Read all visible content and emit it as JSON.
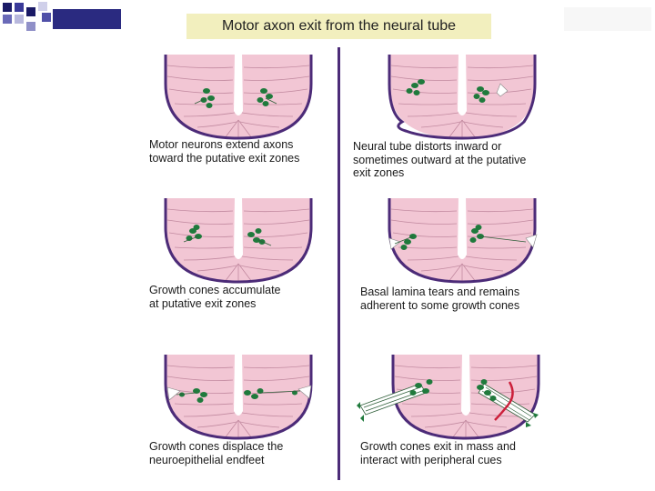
{
  "title": "Motor axon exit from the neural tube",
  "panels": [
    {
      "caption_lines": [
        "Motor neurons extend axons",
        "toward the putative exit zones"
      ]
    },
    {
      "caption_lines": [
        "Neural tube distorts inward or",
        "sometimes outward at the putative",
        "exit zones"
      ]
    },
    {
      "caption_lines": [
        "Growth cones accumulate",
        "at putative exit zones"
      ]
    },
    {
      "caption_lines": [
        "Basal lamina tears and remains",
        "adherent to some growth cones"
      ]
    },
    {
      "caption_lines": [
        "Growth cones displace the",
        "neuroepithelial endfeet"
      ]
    },
    {
      "caption_lines": [
        "Growth cones exit in mass and",
        "interact with peripheral cues"
      ]
    }
  ],
  "colors": {
    "tube_fill": "#f2c6d4",
    "tube_outline": "#4c2b78",
    "neuron": "#1f7a3c",
    "title_bg": "#f2efbe",
    "divider": "#4c2b78",
    "peripheral_cue": "#cc1f3a"
  }
}
